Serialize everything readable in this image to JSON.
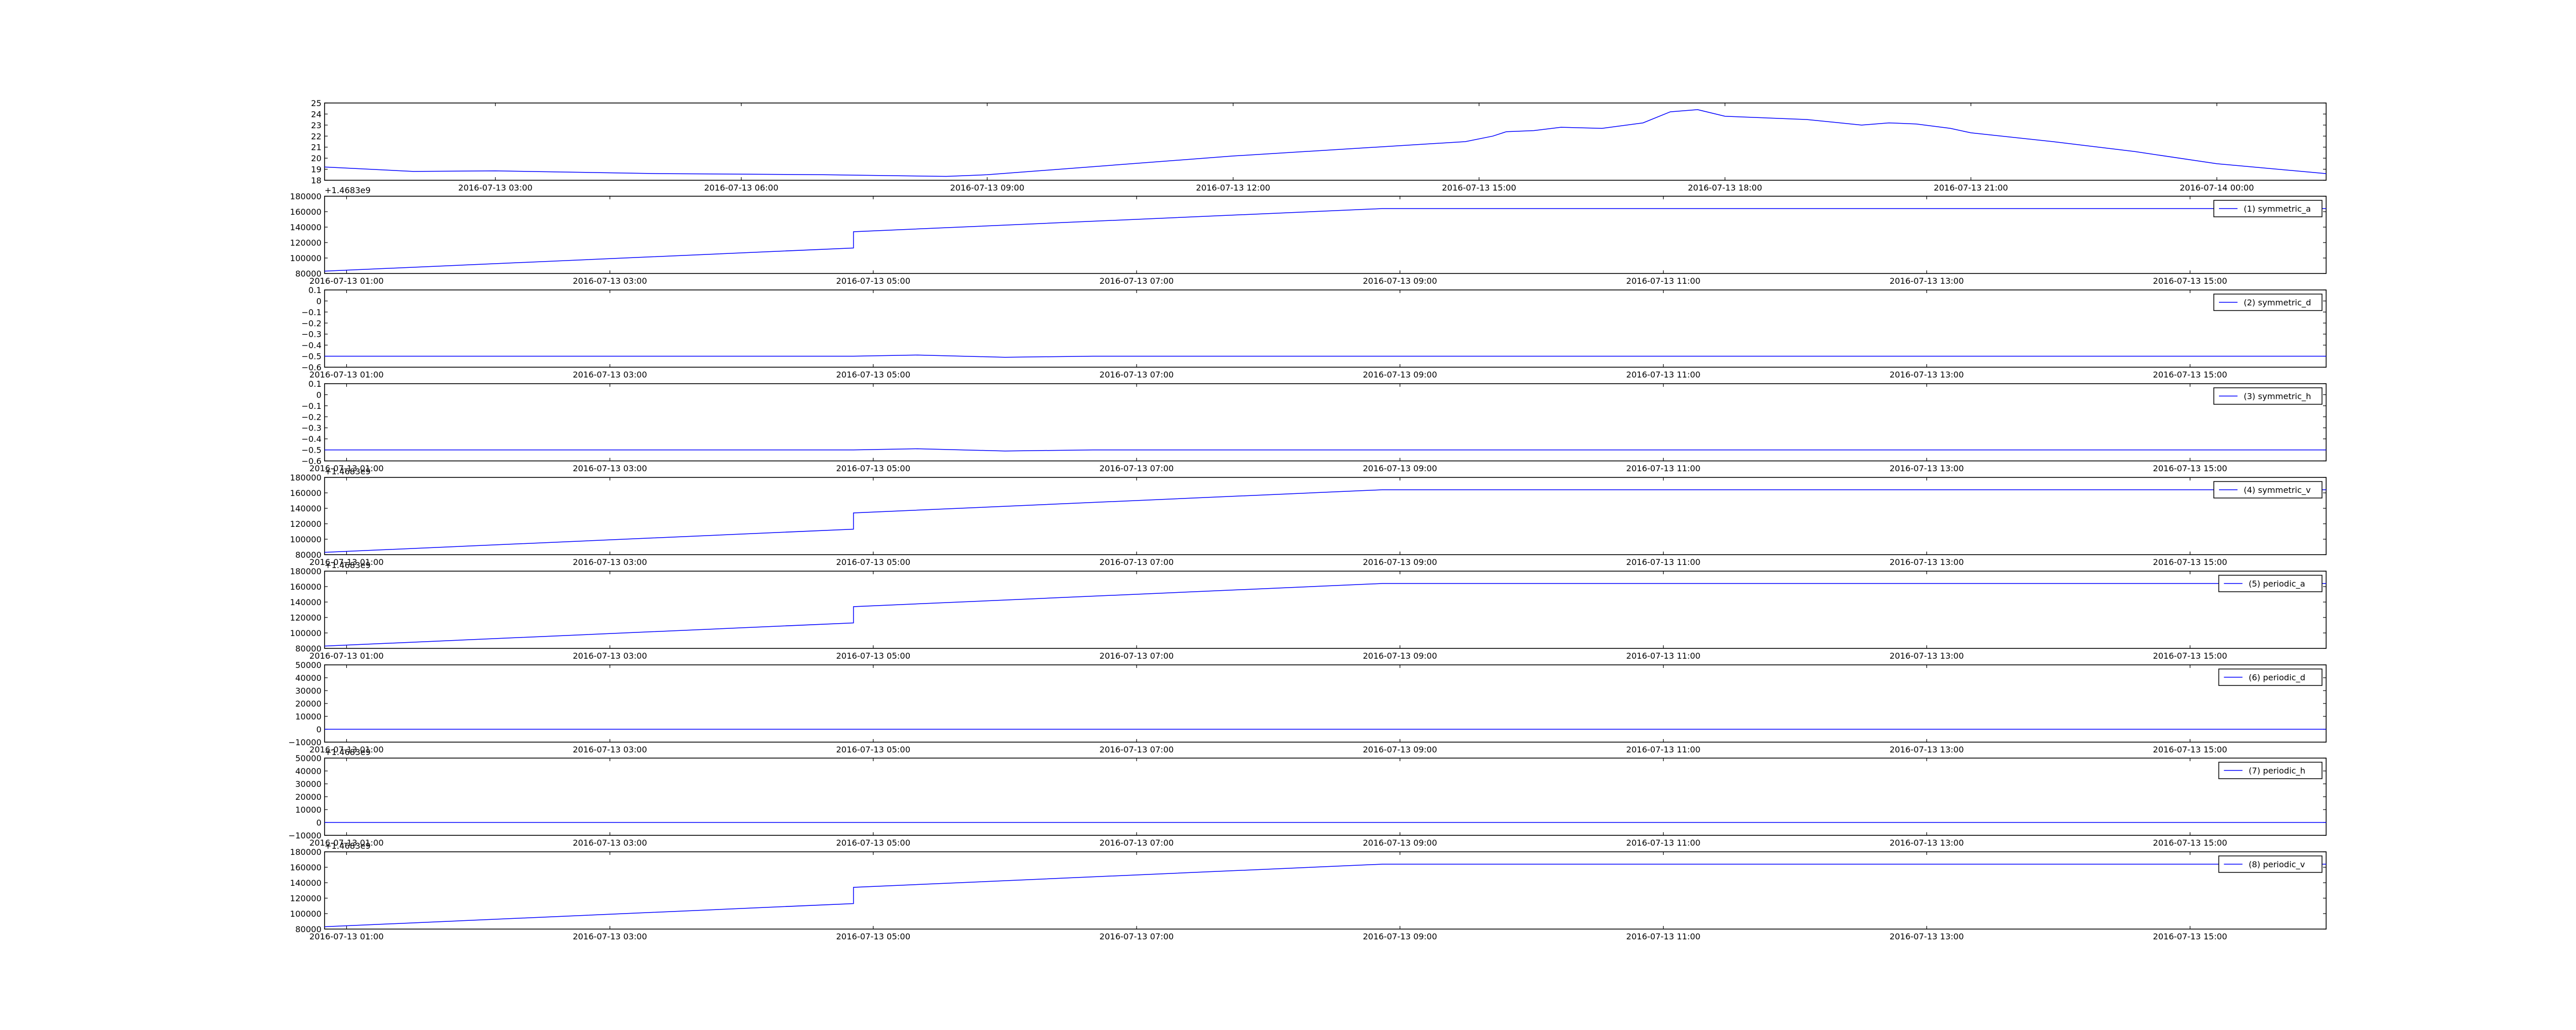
{
  "colors": {
    "line": "#0000ff",
    "axes": "#000000",
    "background": "#ffffff"
  },
  "chart_data": [
    {
      "type": "line",
      "title": "",
      "xlabel": "",
      "ylabel": "",
      "legend": "",
      "grid": false,
      "x_range": [
        "2016-07-13 00:55",
        "2016-07-14 01:20"
      ],
      "ylim": [
        18,
        25
      ],
      "y_ticks": [
        18,
        19,
        20,
        21,
        22,
        23,
        24,
        25
      ],
      "x_ticks": [
        "2016-07-13 03:00",
        "2016-07-13 06:00",
        "2016-07-13 09:00",
        "2016-07-13 12:00",
        "2016-07-13 15:00",
        "2016-07-13 18:00",
        "2016-07-13 21:00",
        "2016-07-14 00:00"
      ],
      "y_offset_label": "",
      "series": [
        {
          "x": [
            "2016-07-13 00:55",
            "2016-07-13 02:00",
            "2016-07-13 03:00",
            "2016-07-13 05:00",
            "2016-07-13 07:00",
            "2016-07-13 08:30",
            "2016-07-13 09:00",
            "2016-07-13 12:00",
            "2016-07-13 14:50",
            "2016-07-13 15:10",
            "2016-07-13 15:20",
            "2016-07-13 15:40",
            "2016-07-13 16:00",
            "2016-07-13 16:30",
            "2016-07-13 17:00",
            "2016-07-13 17:20",
            "2016-07-13 17:40",
            "2016-07-13 18:00",
            "2016-07-13 18:20",
            "2016-07-13 18:40",
            "2016-07-13 19:00",
            "2016-07-13 19:40",
            "2016-07-13 20:00",
            "2016-07-13 20:20",
            "2016-07-13 20:45",
            "2016-07-13 21:00",
            "2016-07-13 22:00",
            "2016-07-13 23:00",
            "2016-07-14 00:00",
            "2016-07-14 01:20"
          ],
          "values": [
            19.2,
            18.8,
            18.85,
            18.6,
            18.5,
            18.35,
            18.5,
            20.2,
            21.5,
            22.0,
            22.4,
            22.5,
            22.8,
            22.7,
            23.2,
            24.2,
            24.4,
            23.8,
            23.7,
            23.6,
            23.5,
            23.0,
            23.2,
            23.1,
            22.7,
            22.3,
            21.5,
            20.6,
            19.5,
            18.6
          ]
        }
      ]
    },
    {
      "type": "line",
      "title": "",
      "xlabel": "",
      "ylabel": "",
      "legend": "top-right",
      "grid": false,
      "x_range": [
        "2016-07-13 00:50",
        "2016-07-13 16:02"
      ],
      "ylim": [
        80000,
        180000
      ],
      "y_ticks": [
        80000,
        100000,
        120000,
        140000,
        160000,
        180000
      ],
      "x_ticks": [
        "2016-07-13 01:00",
        "2016-07-13 03:00",
        "2016-07-13 05:00",
        "2016-07-13 07:00",
        "2016-07-13 09:00",
        "2016-07-13 11:00",
        "2016-07-13 13:00",
        "2016-07-13 15:00"
      ],
      "y_offset_label": "+1.4683e9",
      "series": [
        {
          "name": "(1) symmetric_a",
          "x": [
            "2016-07-13 00:50",
            "2016-07-13 04:51",
            "2016-07-13 04:51",
            "2016-07-13 08:52",
            "2016-07-13 16:02"
          ],
          "values": [
            83000,
            113000,
            134000,
            164000,
            164000
          ]
        }
      ]
    },
    {
      "type": "line",
      "title": "",
      "xlabel": "",
      "ylabel": "",
      "legend": "top-right",
      "grid": false,
      "x_range": [
        "2016-07-13 00:50",
        "2016-07-13 16:02"
      ],
      "ylim": [
        -0.6,
        0.1
      ],
      "y_ticks": [
        -0.6,
        -0.5,
        -0.4,
        -0.3,
        -0.2,
        -0.1,
        0.0,
        0.1
      ],
      "x_ticks": [
        "2016-07-13 01:00",
        "2016-07-13 03:00",
        "2016-07-13 05:00",
        "2016-07-13 07:00",
        "2016-07-13 09:00",
        "2016-07-13 11:00",
        "2016-07-13 13:00",
        "2016-07-13 15:00"
      ],
      "y_offset_label": "",
      "series": [
        {
          "name": "(2) symmetric_d",
          "x": [
            "2016-07-13 00:50",
            "2016-07-13 04:51",
            "2016-07-13 05:20",
            "2016-07-13 06:00",
            "2016-07-13 06:40",
            "2016-07-13 07:30",
            "2016-07-13 08:52",
            "2016-07-13 16:02"
          ],
          "values": [
            -0.5,
            -0.5,
            -0.49,
            -0.51,
            -0.5,
            -0.5,
            -0.5,
            -0.5
          ]
        }
      ]
    },
    {
      "type": "line",
      "title": "",
      "xlabel": "",
      "ylabel": "",
      "legend": "top-right",
      "grid": false,
      "x_range": [
        "2016-07-13 00:50",
        "2016-07-13 16:02"
      ],
      "ylim": [
        -0.6,
        0.1
      ],
      "y_ticks": [
        -0.6,
        -0.5,
        -0.4,
        -0.3,
        -0.2,
        -0.1,
        0.0,
        0.1
      ],
      "x_ticks": [
        "2016-07-13 01:00",
        "2016-07-13 03:00",
        "2016-07-13 05:00",
        "2016-07-13 07:00",
        "2016-07-13 09:00",
        "2016-07-13 11:00",
        "2016-07-13 13:00",
        "2016-07-13 15:00"
      ],
      "y_offset_label": "",
      "series": [
        {
          "name": "(3) symmetric_h",
          "x": [
            "2016-07-13 00:50",
            "2016-07-13 04:51",
            "2016-07-13 05:20",
            "2016-07-13 06:00",
            "2016-07-13 06:40",
            "2016-07-13 07:30",
            "2016-07-13 08:52",
            "2016-07-13 16:02"
          ],
          "values": [
            -0.5,
            -0.5,
            -0.49,
            -0.51,
            -0.5,
            -0.5,
            -0.5,
            -0.5
          ]
        }
      ]
    },
    {
      "type": "line",
      "title": "",
      "xlabel": "",
      "ylabel": "",
      "legend": "top-right",
      "grid": false,
      "x_range": [
        "2016-07-13 00:50",
        "2016-07-13 16:02"
      ],
      "ylim": [
        80000,
        180000
      ],
      "y_ticks": [
        80000,
        100000,
        120000,
        140000,
        160000,
        180000
      ],
      "x_ticks": [
        "2016-07-13 01:00",
        "2016-07-13 03:00",
        "2016-07-13 05:00",
        "2016-07-13 07:00",
        "2016-07-13 09:00",
        "2016-07-13 11:00",
        "2016-07-13 13:00",
        "2016-07-13 15:00"
      ],
      "y_offset_label": "+1.4683e9",
      "series": [
        {
          "name": "(4) symmetric_v",
          "x": [
            "2016-07-13 00:50",
            "2016-07-13 04:51",
            "2016-07-13 04:51",
            "2016-07-13 08:52",
            "2016-07-13 16:02"
          ],
          "values": [
            83000,
            113000,
            134000,
            164000,
            164000
          ]
        }
      ]
    },
    {
      "type": "line",
      "title": "",
      "xlabel": "",
      "ylabel": "",
      "legend": "top-right",
      "grid": false,
      "x_range": [
        "2016-07-13 00:50",
        "2016-07-13 16:02"
      ],
      "ylim": [
        80000,
        180000
      ],
      "y_ticks": [
        80000,
        100000,
        120000,
        140000,
        160000,
        180000
      ],
      "x_ticks": [
        "2016-07-13 01:00",
        "2016-07-13 03:00",
        "2016-07-13 05:00",
        "2016-07-13 07:00",
        "2016-07-13 09:00",
        "2016-07-13 11:00",
        "2016-07-13 13:00",
        "2016-07-13 15:00"
      ],
      "y_offset_label": "+1.4683e9",
      "series": [
        {
          "name": "(5) periodic_a",
          "x": [
            "2016-07-13 00:50",
            "2016-07-13 04:51",
            "2016-07-13 04:51",
            "2016-07-13 08:52",
            "2016-07-13 16:02"
          ],
          "values": [
            83000,
            113000,
            134000,
            164000,
            164000
          ]
        }
      ]
    },
    {
      "type": "line",
      "title": "",
      "xlabel": "",
      "ylabel": "",
      "legend": "top-right",
      "grid": false,
      "x_range": [
        "2016-07-13 00:50",
        "2016-07-13 16:02"
      ],
      "ylim": [
        -10000,
        50000
      ],
      "y_ticks": [
        -10000,
        0,
        10000,
        20000,
        30000,
        40000,
        50000
      ],
      "x_ticks": [
        "2016-07-13 01:00",
        "2016-07-13 03:00",
        "2016-07-13 05:00",
        "2016-07-13 07:00",
        "2016-07-13 09:00",
        "2016-07-13 11:00",
        "2016-07-13 13:00",
        "2016-07-13 15:00"
      ],
      "y_offset_label": "",
      "series": [
        {
          "name": "(6) periodic_d",
          "x": [
            "2016-07-13 00:50",
            "2016-07-13 16:02"
          ],
          "values": [
            0,
            0
          ]
        }
      ]
    },
    {
      "type": "line",
      "title": "",
      "xlabel": "",
      "ylabel": "",
      "legend": "top-right",
      "grid": false,
      "x_range": [
        "2016-07-13 00:50",
        "2016-07-13 16:02"
      ],
      "ylim": [
        -10000,
        50000
      ],
      "y_ticks": [
        -10000,
        0,
        10000,
        20000,
        30000,
        40000,
        50000
      ],
      "x_ticks": [
        "2016-07-13 01:00",
        "2016-07-13 03:00",
        "2016-07-13 05:00",
        "2016-07-13 07:00",
        "2016-07-13 09:00",
        "2016-07-13 11:00",
        "2016-07-13 13:00",
        "2016-07-13 15:00"
      ],
      "y_offset_label": "+1.4683e9",
      "series": [
        {
          "name": "(7) periodic_h",
          "x": [
            "2016-07-13 00:50",
            "2016-07-13 16:02"
          ],
          "values": [
            0,
            0
          ]
        }
      ]
    },
    {
      "type": "line",
      "title": "",
      "xlabel": "",
      "ylabel": "",
      "legend": "top-right",
      "grid": false,
      "x_range": [
        "2016-07-13 00:50",
        "2016-07-13 16:02"
      ],
      "ylim": [
        80000,
        180000
      ],
      "y_ticks": [
        80000,
        100000,
        120000,
        140000,
        160000,
        180000
      ],
      "x_ticks": [
        "2016-07-13 01:00",
        "2016-07-13 03:00",
        "2016-07-13 05:00",
        "2016-07-13 07:00",
        "2016-07-13 09:00",
        "2016-07-13 11:00",
        "2016-07-13 13:00",
        "2016-07-13 15:00"
      ],
      "y_offset_label": "+1.4683e9",
      "series": [
        {
          "name": "(8) periodic_v",
          "x": [
            "2016-07-13 00:50",
            "2016-07-13 04:51",
            "2016-07-13 04:51",
            "2016-07-13 08:52",
            "2016-07-13 16:02"
          ],
          "values": [
            83000,
            113000,
            134000,
            164000,
            164000
          ]
        }
      ]
    }
  ]
}
